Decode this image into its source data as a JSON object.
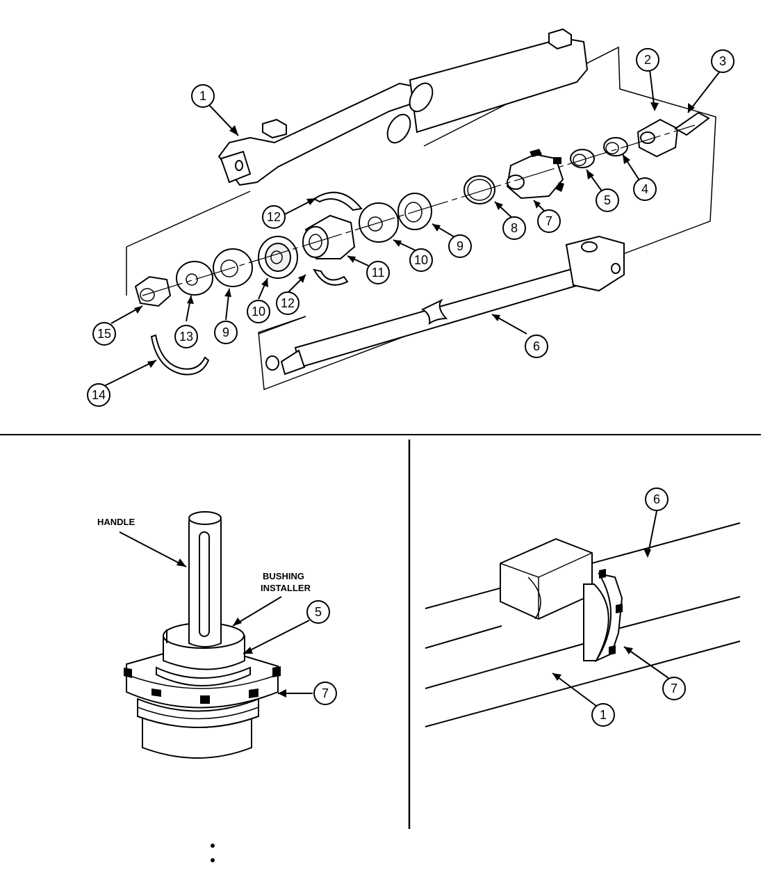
{
  "exploded_view": {
    "callouts": [
      "1",
      "2",
      "3",
      "4",
      "5",
      "6",
      "7",
      "8",
      "9",
      "10",
      "11",
      "12",
      "13",
      "14",
      "15"
    ]
  },
  "bushing_install_view": {
    "labels": {
      "handle": "HANDLE",
      "bushing_line1": "BUSHING",
      "bushing_line2": "INSTALLER"
    },
    "callouts": {
      "bushing": "5",
      "cap": "7"
    }
  },
  "cylinder_view": {
    "callouts": {
      "rod": "6",
      "cap": "7",
      "barrel": "1"
    }
  }
}
